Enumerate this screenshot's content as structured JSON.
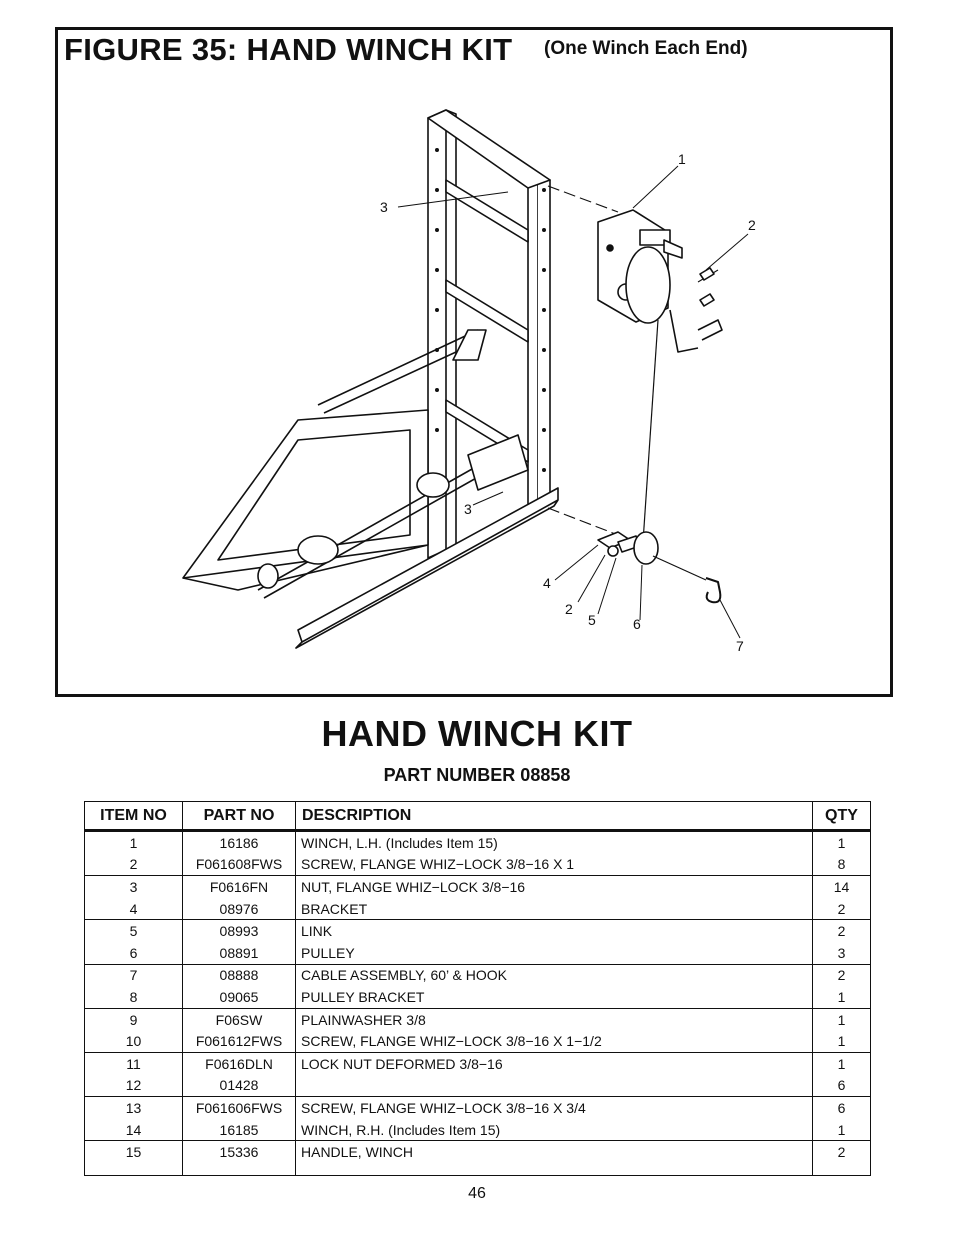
{
  "figure": {
    "title": "FIGURE 35:  HAND WINCH KIT",
    "subtitle": "(One Winch Each End)",
    "callouts": {
      "c1": "1",
      "c2a": "2",
      "c3a": "3",
      "c3b": "3",
      "c4": "4",
      "c2b": "2",
      "c5": "5",
      "c6": "6",
      "c7": "7"
    }
  },
  "heading": "HAND WINCH KIT",
  "part_number": "PART NUMBER 08858",
  "table": {
    "headers": [
      "ITEM NO",
      "PART NO",
      "DESCRIPTION",
      "QTY"
    ],
    "rows": [
      {
        "item": "1",
        "part": "16186",
        "desc": "WINCH, L.H. (Includes Item 15)",
        "qty": "1"
      },
      {
        "item": "2",
        "part": "F061608FWS",
        "desc": "SCREW, FLANGE WHIZ−LOCK 3/8−16 X 1",
        "qty": "8"
      },
      {
        "item": "3",
        "part": "F0616FN",
        "desc": "NUT, FLANGE WHIZ−LOCK 3/8−16",
        "qty": "14"
      },
      {
        "item": "4",
        "part": "08976",
        "desc": "BRACKET",
        "qty": "2"
      },
      {
        "item": "5",
        "part": "08993",
        "desc": "LINK",
        "qty": "2"
      },
      {
        "item": "6",
        "part": "08891",
        "desc": "PULLEY",
        "qty": "3"
      },
      {
        "item": "7",
        "part": "08888",
        "desc": "CABLE ASSEMBLY, 60’ & HOOK",
        "qty": "2"
      },
      {
        "item": "8",
        "part": "09065",
        "desc": "PULLEY BRACKET",
        "qty": "1"
      },
      {
        "item": "9",
        "part": "F06SW",
        "desc": "PLAINWASHER 3/8",
        "qty": "1"
      },
      {
        "item": "10",
        "part": "F061612FWS",
        "desc": "SCREW, FLANGE WHIZ−LOCK 3/8−16 X 1−1/2",
        "qty": "1"
      },
      {
        "item": "11",
        "part": "F0616DLN",
        "desc": "LOCK NUT DEFORMED 3/8−16",
        "qty": "1"
      },
      {
        "item": "12",
        "part": "01428",
        "desc": "",
        "qty": "6"
      },
      {
        "item": "13",
        "part": "F061606FWS",
        "desc": "SCREW, FLANGE WHIZ−LOCK 3/8−16 X 3/4",
        "qty": "6"
      },
      {
        "item": "14",
        "part": "16185",
        "desc": "WINCH, R.H. (Includes Item 15)",
        "qty": "1"
      },
      {
        "item": "15",
        "part": "15336",
        "desc": "HANDLE, WINCH",
        "qty": "2"
      }
    ]
  },
  "page_number": "46"
}
